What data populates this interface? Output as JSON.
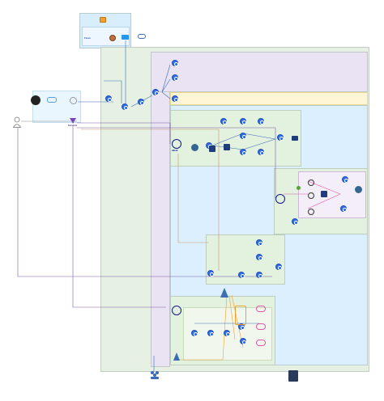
{
  "diagram": {
    "user": "",
    "tools": {
      "github": "",
      "pipeline": "",
      "registry": "",
      "terraform": "Terraform"
    },
    "top_group": {
      "title": "",
      "sub_title": "",
      "flows": "Flows",
      "docker": "",
      "build": ""
    },
    "footer_caption": "",
    "helm_label": "HELM",
    "labels": {
      "edge": "",
      "app_cluster": "",
      "data_cluster": "",
      "monitoring": "",
      "storage": ""
    }
  },
  "colors": {
    "outer_green": "#e6f1e4",
    "inner_blue": "#dcefff",
    "lavender": "#e9e3f4",
    "yellow_band": "#fff6d6",
    "top_blue": "#d8eefc",
    "k8s_blue": "#326ce5",
    "pink": "#e056a8",
    "orange": "#f0a030",
    "purple_line": "#7a5aa8",
    "gray_line": "#8a8a8a"
  },
  "icons": {
    "github": "github-icon",
    "user": "user-icon",
    "terraform": "terraform-icon",
    "helm": "helm-icon",
    "kubernetes": "kubernetes-icon",
    "elephant": "postgres-icon",
    "server_rack": "server-rack-icon",
    "team": "team-icon",
    "sail": "argo-sail-icon"
  }
}
